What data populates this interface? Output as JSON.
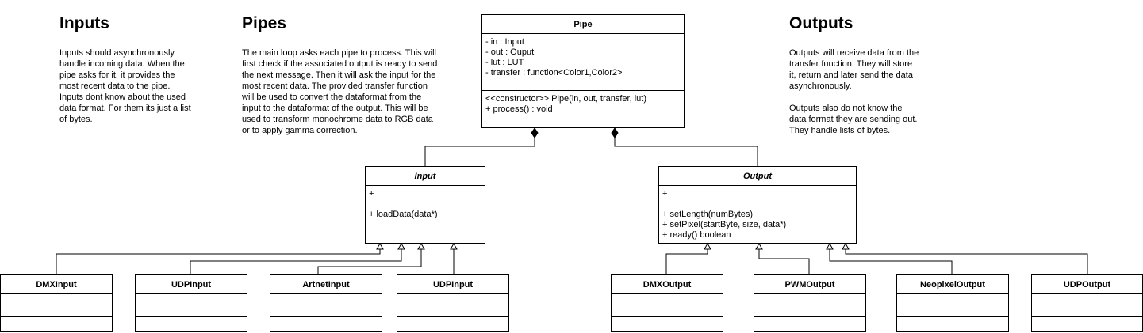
{
  "sections": {
    "inputs": {
      "title": "Inputs",
      "text": "Inputs should asynchronously\nhandle incoming data. When the\npipe asks for it, it provides the\nmost recent data to the pipe.\nInputs dont know about the used\ndata format. For them its just a list\nof bytes."
    },
    "pipes": {
      "title": "Pipes",
      "text": "The main loop asks each pipe to process. This will\nfirst check if the associated output is ready to send\nthe next message. Then it will ask the input for the\nmost recent data. The provided transfer function\nwill be used to convert the dataformat from the\ninput to the dataformat of the output. This will be\nused to transform monochrome data to RGB data\nor to apply gamma correction."
    },
    "outputs": {
      "title": "Outputs",
      "text": "Outputs will receive data from the\ntransfer function. They will store\nit, return and later send the data\nasynchronously.\n\nOutputs also do not know the\ndata format they are sending out.\nThey handle lists of bytes."
    }
  },
  "classes": {
    "pipe": {
      "name": "Pipe",
      "attributes": [
        "- in : Input",
        "- out : Ouput",
        "- lut : LUT",
        "- transfer : function<Color1,Color2>"
      ],
      "methods": [
        "<<constructor>> Pipe(in, out, transfer, lut)",
        "+ process() : void"
      ]
    },
    "input": {
      "name": "Input",
      "attributes": [
        "+"
      ],
      "methods": [
        "+ loadData(data*)"
      ]
    },
    "output": {
      "name": "Output",
      "attributes": [
        "+"
      ],
      "methods": [
        "+ setLength(numBytes)",
        "+ setPixel(startByte, size, data*)",
        "+ ready() boolean"
      ]
    },
    "dmx_input": {
      "name": "DMXInput"
    },
    "udp_input_1": {
      "name": "UDPInput"
    },
    "artnet_input": {
      "name": "ArtnetInput"
    },
    "udp_input_2": {
      "name": "UDPInput"
    },
    "dmx_output": {
      "name": "DMXOutput"
    },
    "pwm_output": {
      "name": "PWMOutput"
    },
    "neopixel_output": {
      "name": "NeopixelOutput"
    },
    "udp_output": {
      "name": "UDPOutput"
    }
  }
}
